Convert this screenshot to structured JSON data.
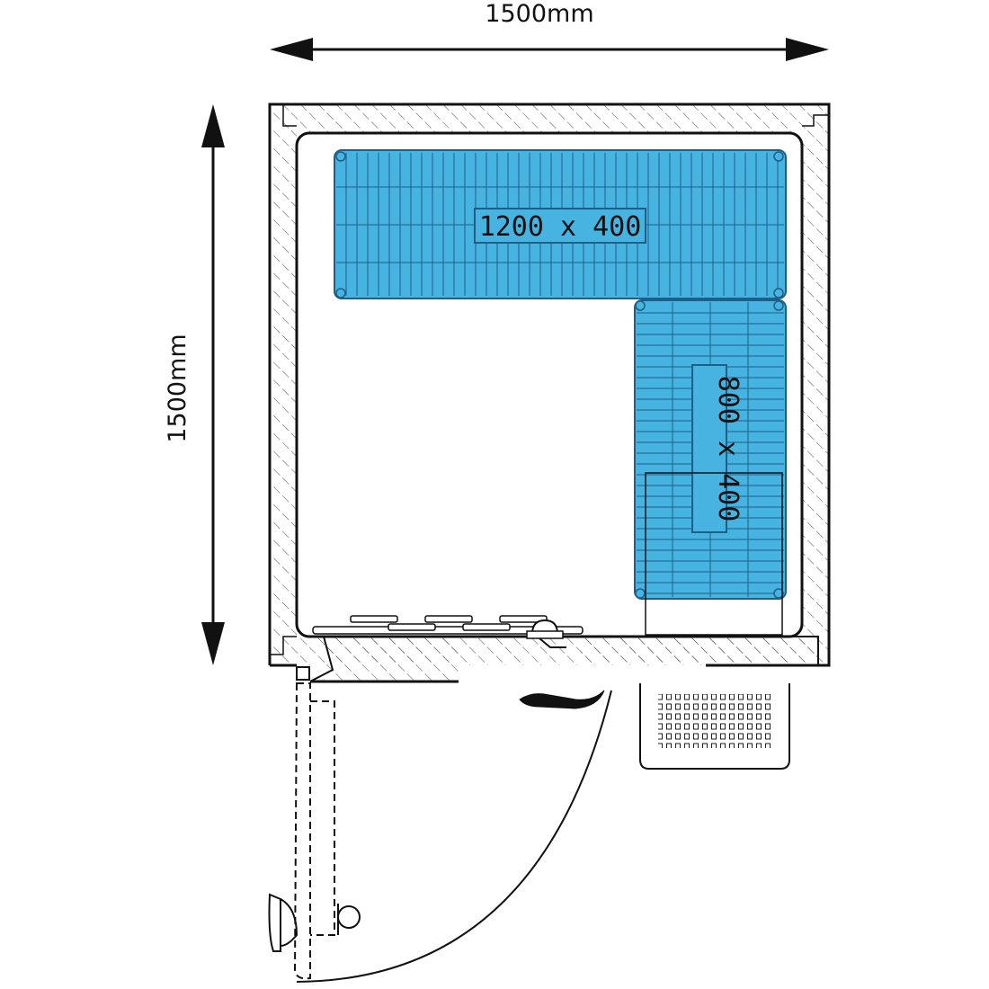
{
  "dimensions": {
    "width_label": "1500mm",
    "height_label": "1500mm"
  },
  "shelves": {
    "top_label": "1200 x 400",
    "side_label": "800 x 400",
    "fill_color": "#46b3e0",
    "line_color": "#1f5f86"
  },
  "colors": {
    "wall_outline": "#111111",
    "hatch": "#555555",
    "background": "#ffffff"
  }
}
